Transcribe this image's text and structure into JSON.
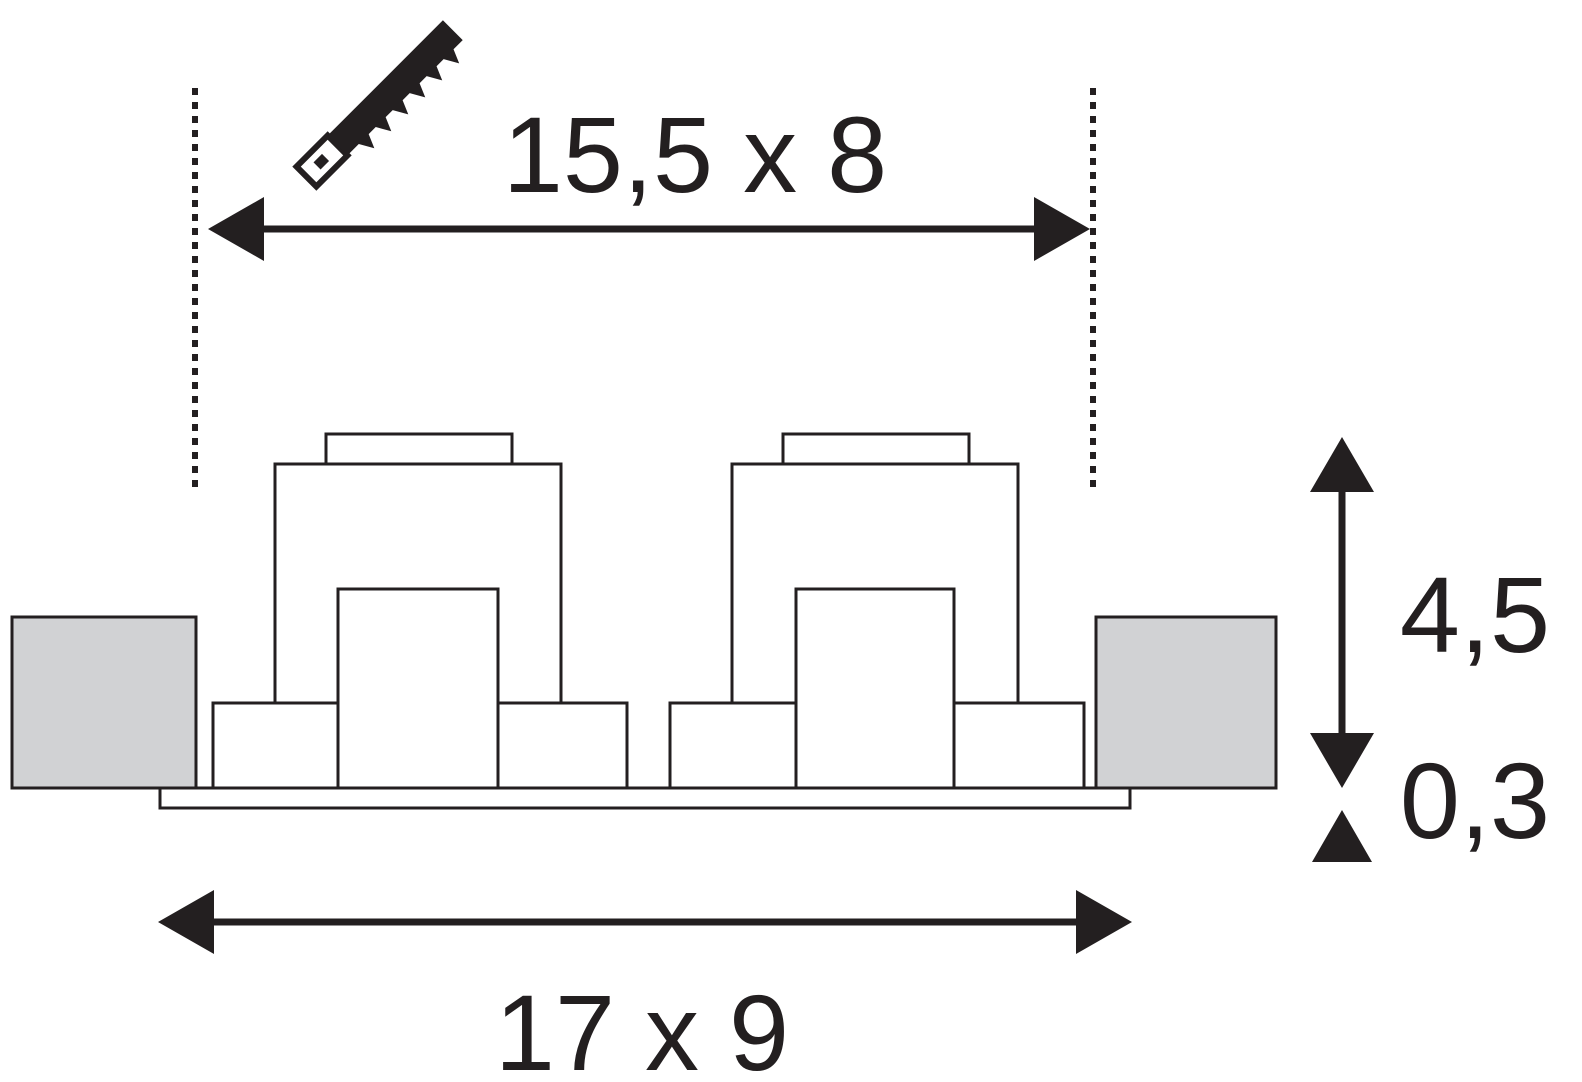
{
  "dimensions": {
    "cutout": "15,5 x 8",
    "outer": "17 x 9",
    "height_above": "4,5",
    "height_frame": "0,3"
  },
  "icons": {
    "cutout_tool": "saw-icon"
  },
  "colors": {
    "line": "#231f20",
    "ceiling_fill": "#d1d2d4",
    "background": "#ffffff"
  }
}
